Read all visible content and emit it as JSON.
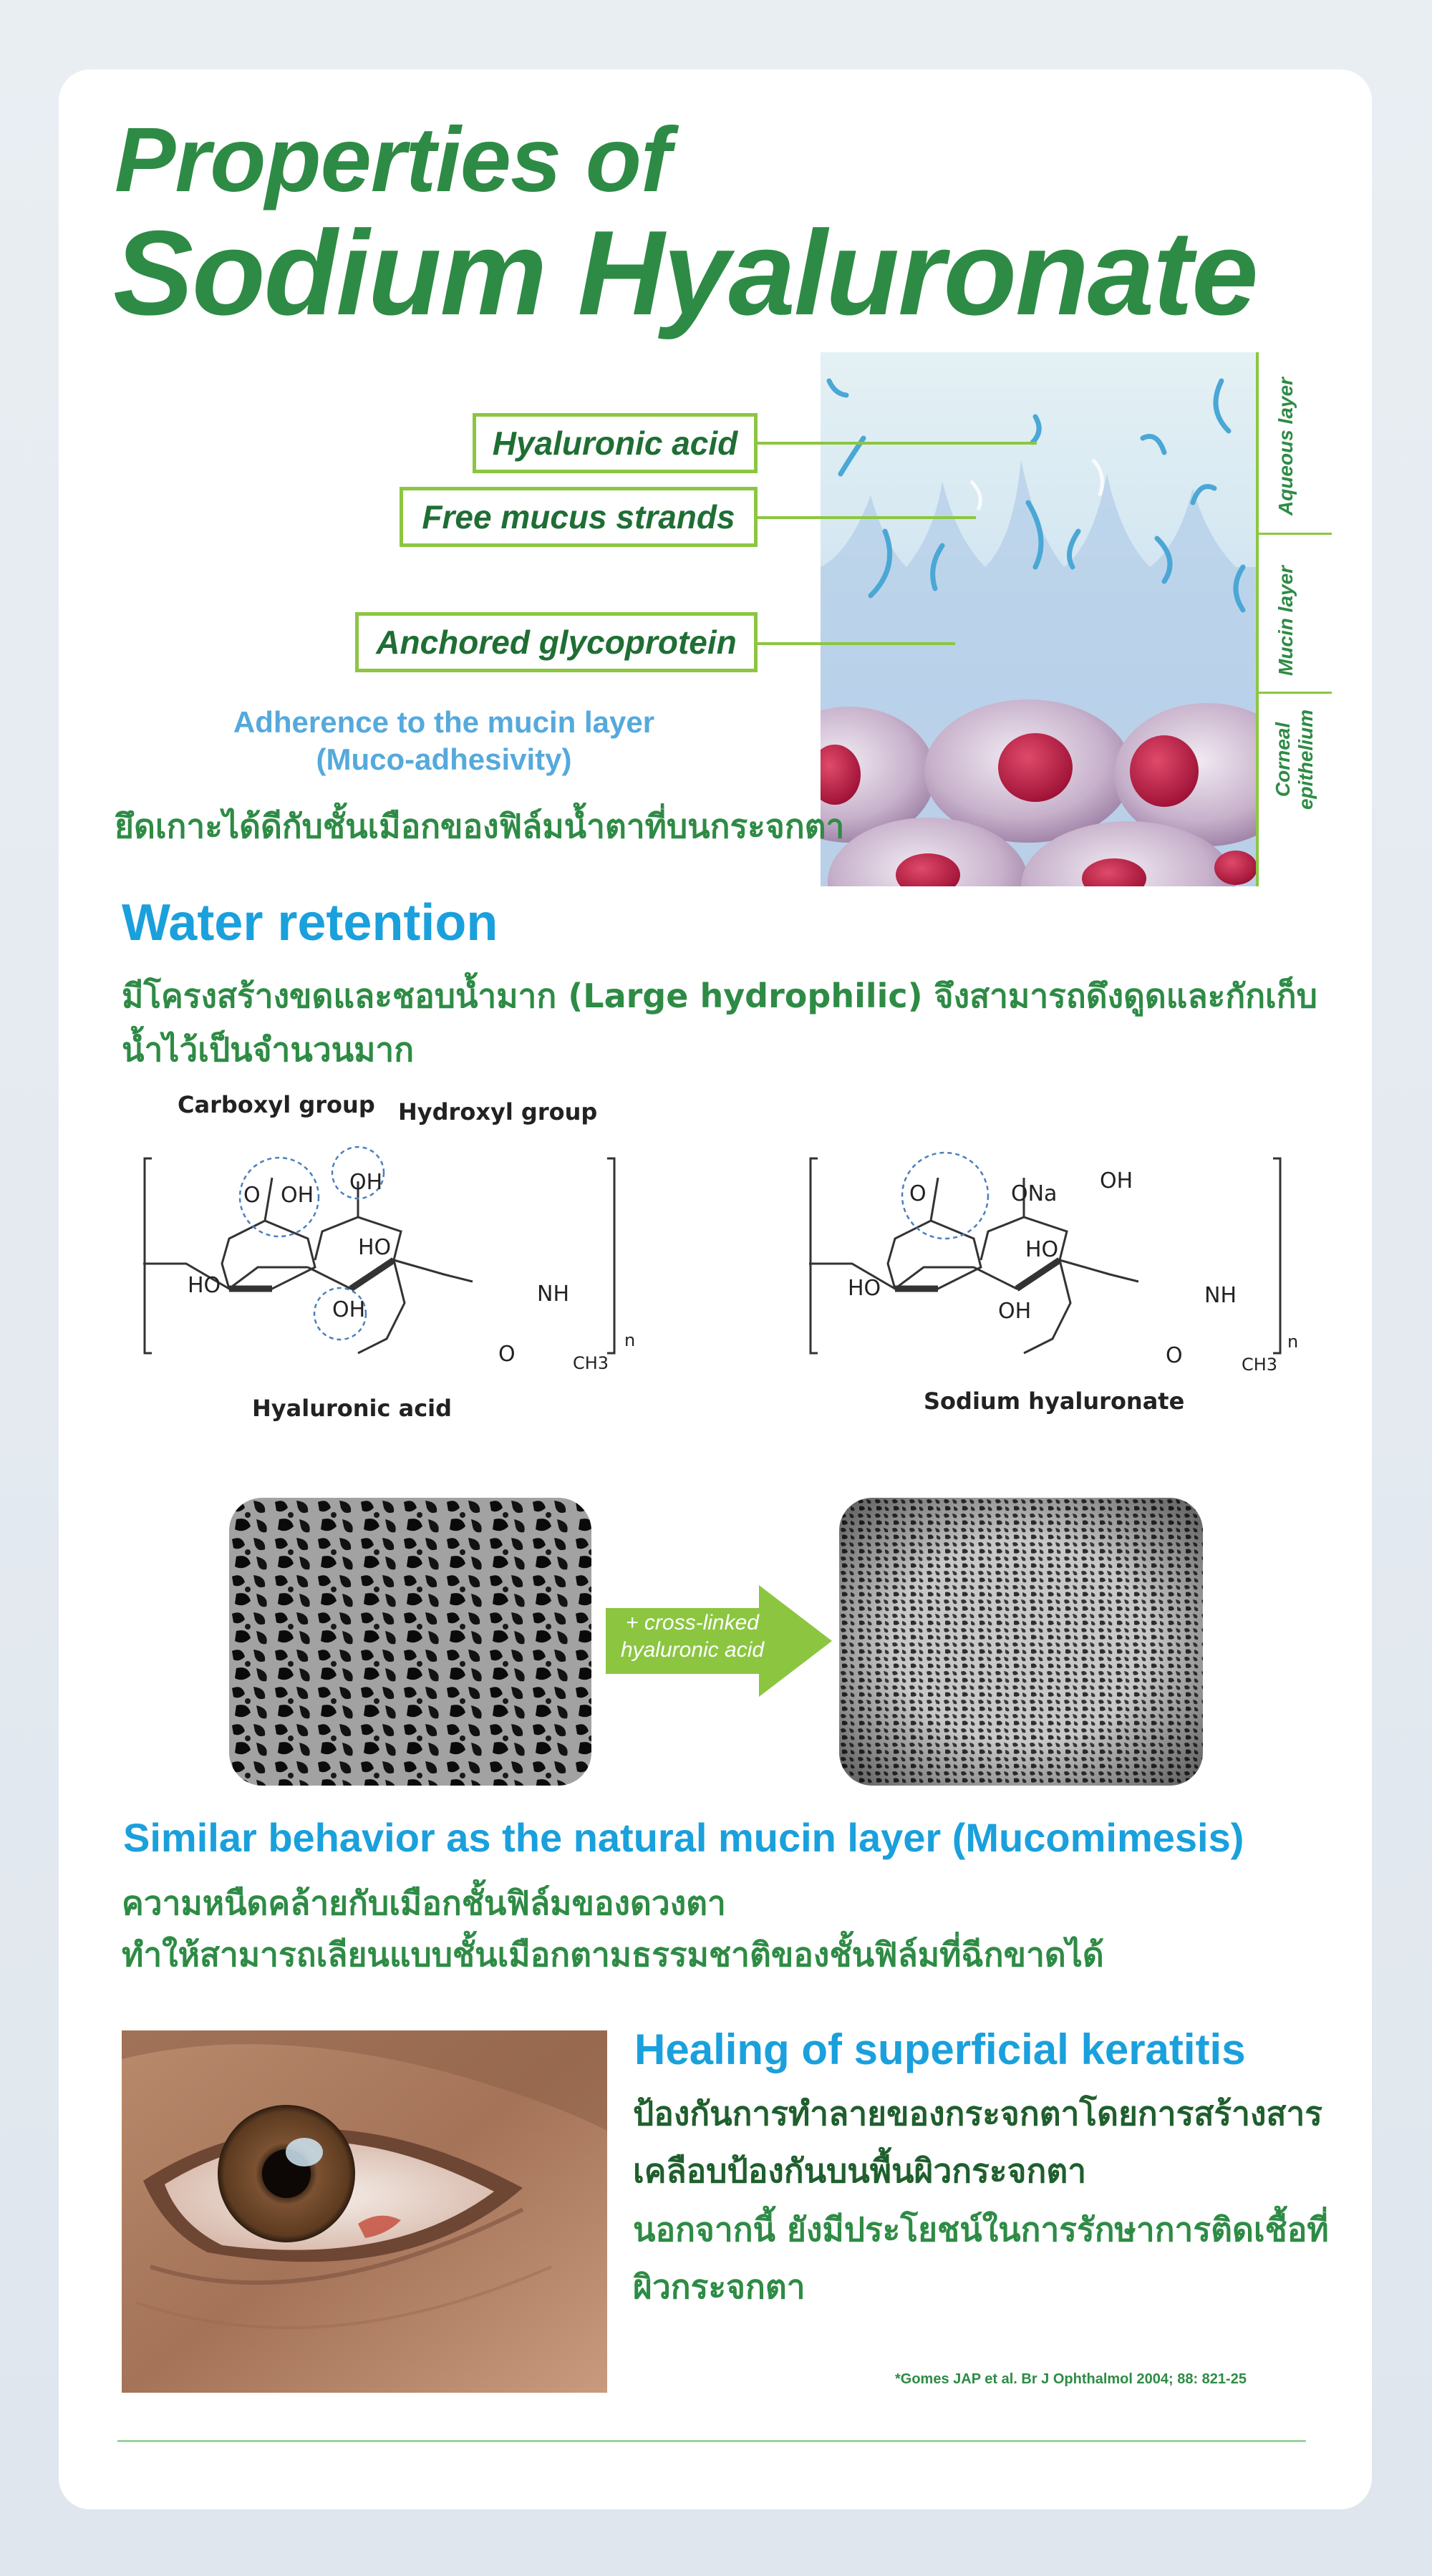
{
  "title": {
    "line1": "Properties of",
    "line2": "Sodium Hyaluronate"
  },
  "diagram": {
    "labels": [
      "Hyaluronic acid",
      "Free mucus strands",
      "Anchored glycoprotein"
    ],
    "side_labels": [
      "Aqueous layer",
      "Mucin layer",
      "Corneal epithelium"
    ],
    "adherence_line1": "Adherence to the mucin layer",
    "adherence_line2": "(Muco-adhesivity)",
    "adherence_thai": "ยึดเกาะได้ดีกับชั้นเมือกของฟิล์มน้ำตาที่บนกระจกตา"
  },
  "water": {
    "heading": "Water retention",
    "thai_line1": "มีโครงสร้างขดและชอบน้ำมาก (Large hydrophilic) จึงสามารถดึงดูดและกักเก็บ",
    "thai_line2": "น้ำไว้เป็นจำนวนมาก"
  },
  "chem": {
    "carboxyl": "Carboxyl group",
    "hydroxyl": "Hydroxyl  group",
    "ha_caption": "Hyaluronic acid",
    "sh_caption": "Sodium hyaluronate",
    "oh": "OH",
    "ho": "HO",
    "o": "O",
    "ona": "ONa",
    "nh": "NH",
    "ch3": "CH3",
    "n": "n"
  },
  "crosslink": {
    "line1": "+  cross-linked",
    "line2": "hyaluronic acid"
  },
  "mucomimesis": {
    "heading": "Similar behavior as the natural mucin layer (Mucomimesis)",
    "thai_line1": "ความหนืดคล้ายกับเมือกชั้นฟิล์มของดวงตา",
    "thai_line2": "ทำให้สามารถเลียนแบบชั้นเมือกตามธรรมชาติของชั้นฟิล์มที่ฉีกขาดได้"
  },
  "healing": {
    "heading": "Healing of superficial keratitis",
    "thai_line1": "ป้องกันการทำลายของกระจกตาโดยการสร้างสาร",
    "thai_line2": "เคลือบป้องกันบนพื้นผิวกระจกตา",
    "thai_line3": "นอกจากนี้ ยังมีประโยชน์ในการรักษาการติดเชื้อที่",
    "thai_line4": "ผิวกระจกตา"
  },
  "reference": "*Gomes JAP et al. Br J Ophthalmol 2004; 88: 821-25",
  "colors": {
    "green": "#2e8b45",
    "lightgreen": "#8cc641",
    "blue": "#1aa0dc",
    "lightblue": "#55a9dc"
  }
}
